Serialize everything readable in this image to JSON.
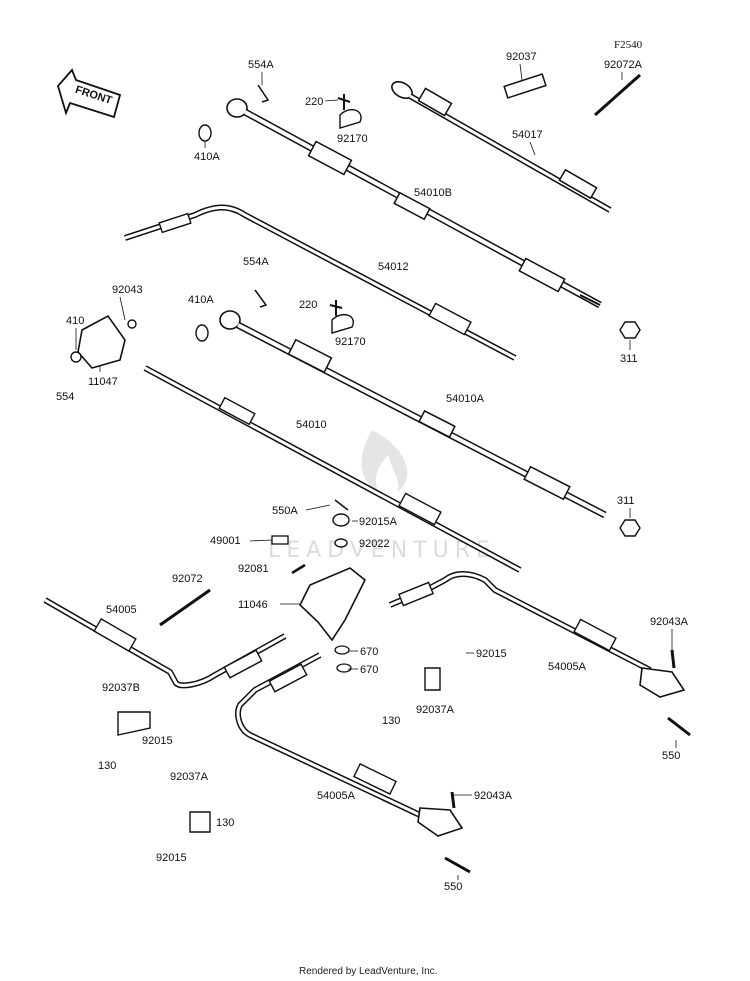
{
  "diagram": {
    "code": "F2540",
    "front_label": "FRONT",
    "watermark": "LEADVENTURE",
    "footer": "Rendered by LeadVenture, Inc."
  },
  "callouts": {
    "c554A_top": "554A",
    "c410A_top": "410A",
    "c220_top": "220",
    "c92170_top": "92170",
    "c92037": "92037",
    "c92072A": "92072A",
    "c54017": "54017",
    "c54010B": "54010B",
    "c54012": "54012",
    "c554A_mid": "554A",
    "c410A_mid": "410A",
    "c220_mid": "220",
    "c92170_mid": "92170",
    "c92043": "92043",
    "c410": "410",
    "c11047": "11047",
    "c554": "554",
    "c311_top": "311",
    "c54010A": "54010A",
    "c54010": "54010",
    "c311_mid": "311",
    "c550A": "550A",
    "c92015A": "92015A",
    "c49001": "49001",
    "c92022": "92022",
    "c92081": "92081",
    "c92072": "92072",
    "c11046": "11046",
    "c54005": "54005",
    "c670_a": "670",
    "c670_b": "670",
    "c92015_mid": "92015",
    "c54005A_right": "54005A",
    "c92043A_right": "92043A",
    "c92037B": "92037B",
    "c92015_left": "92015",
    "c130_left": "130",
    "c130_mid": "130",
    "c92037A_mid": "92037A",
    "c550_right": "550",
    "c54005A_bottom": "54005A",
    "c92043A_bottom": "92043A",
    "c92037A_bottom": "92037A",
    "c130_bottom": "130",
    "c92015_bottom": "92015",
    "c550_bottom": "550"
  }
}
